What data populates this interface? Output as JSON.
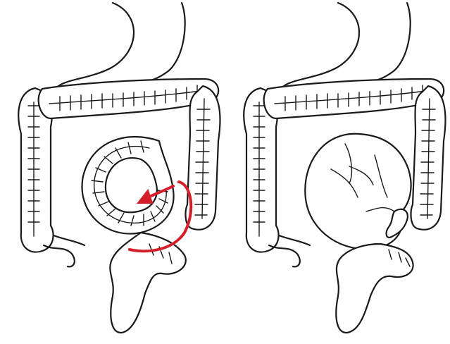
{
  "figure": {
    "panels": [
      {
        "id": "left",
        "state": "sigmoid loop twisted",
        "marker_color": "#d4202a"
      },
      {
        "id": "right",
        "state": "sigmoid loop distended"
      }
    ],
    "colors": {
      "outline": "#1a1a1a",
      "twist_arrow": "#d4202a",
      "background": "#ffffff"
    },
    "icons": [
      "twist-arrow-icon"
    ]
  }
}
